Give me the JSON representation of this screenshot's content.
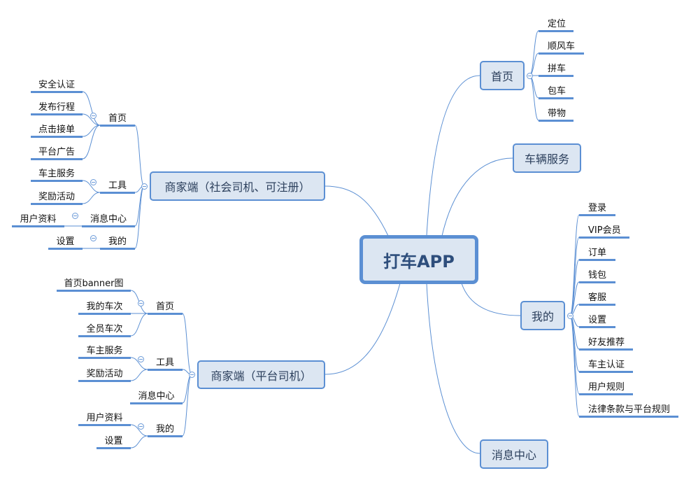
{
  "root": "打车APP",
  "right": {
    "home": {
      "label": "首页",
      "children": [
        "定位",
        "顺风车",
        "拼车",
        "包车",
        "带物"
      ]
    },
    "vehicle_service": {
      "label": "车辆服务"
    },
    "mine": {
      "label": "我的",
      "children": [
        "登录",
        "VIP会员",
        "订单",
        "钱包",
        "客服",
        "设置",
        "好友推荐",
        "车主认证",
        "用户规则",
        "法律条款与平台规则"
      ]
    },
    "messages": {
      "label": "消息中心"
    }
  },
  "left": {
    "merchant_social": {
      "label": "商家端（社会司机、可注册）",
      "home": {
        "label": "首页",
        "children": [
          "安全认证",
          "发布行程",
          "点击接单",
          "平台广告"
        ]
      },
      "tools": {
        "label": "工具",
        "children": [
          "车主服务",
          "奖励活动"
        ]
      },
      "messages": {
        "label": "消息中心",
        "children": [
          "用户资料"
        ]
      },
      "mine": {
        "label": "我的",
        "children": [
          "设置"
        ]
      }
    },
    "merchant_platform": {
      "label": "商家端（平台司机）",
      "home": {
        "label": "首页",
        "children": [
          "首页banner图",
          "我的车次",
          "全员车次"
        ]
      },
      "tools": {
        "label": "工具",
        "children": [
          "车主服务",
          "奖励活动"
        ]
      },
      "messages": {
        "label": "消息中心"
      },
      "mine": {
        "label": "我的",
        "children": [
          "用户资料",
          "设置"
        ]
      }
    }
  },
  "colors": {
    "line": "#5b8fd3",
    "node_fill": "#dce6f2"
  }
}
